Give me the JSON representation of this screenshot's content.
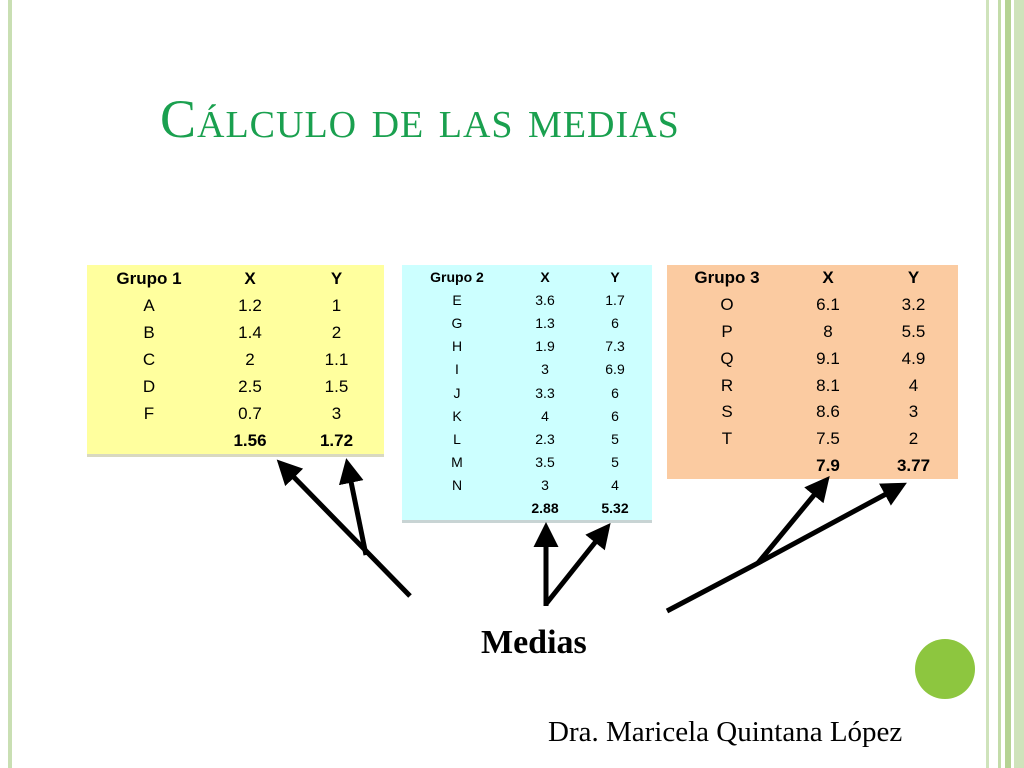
{
  "slide": {
    "title": "Cálculo de las medias",
    "medias_label": "Medias",
    "author": "Dra. Maricela Quintana López",
    "colors": {
      "title": "#1aa04f",
      "group1_bg": "#ffff9e",
      "group2_bg": "#ccffff",
      "group3_bg": "#fbcba1",
      "accent_circle": "#8dc63f"
    }
  },
  "tables": {
    "group1": {
      "headers": [
        "Grupo 1",
        "X",
        "Y"
      ],
      "rows": [
        [
          "A",
          "1.2",
          "1"
        ],
        [
          "B",
          "1.4",
          "2"
        ],
        [
          "C",
          "2",
          "1.1"
        ],
        [
          "D",
          "2.5",
          "1.5"
        ],
        [
          "F",
          "0.7",
          "3"
        ]
      ],
      "means": [
        "",
        "1.56",
        "1.72"
      ]
    },
    "group2": {
      "headers": [
        "Grupo 2",
        "X",
        "Y"
      ],
      "rows": [
        [
          "E",
          "3.6",
          "1.7"
        ],
        [
          "G",
          "1.3",
          "6"
        ],
        [
          "H",
          "1.9",
          "7.3"
        ],
        [
          "I",
          "3",
          "6.9"
        ],
        [
          "J",
          "3.3",
          "6"
        ],
        [
          "K",
          "4",
          "6"
        ],
        [
          "L",
          "2.3",
          "5"
        ],
        [
          "M",
          "3.5",
          "5"
        ],
        [
          "N",
          "3",
          "4"
        ]
      ],
      "means": [
        "",
        "2.88",
        "5.32"
      ]
    },
    "group3": {
      "headers": [
        "Grupo 3",
        "X",
        "Y"
      ],
      "rows": [
        [
          "O",
          "6.1",
          "3.2"
        ],
        [
          "P",
          "8",
          "5.5"
        ],
        [
          "Q",
          "9.1",
          "4.9"
        ],
        [
          "R",
          "8.1",
          "4"
        ],
        [
          "S",
          "8.6",
          "3"
        ],
        [
          "T",
          "7.5",
          "2"
        ]
      ],
      "means": [
        "",
        "7.9",
        "3.77"
      ]
    }
  }
}
